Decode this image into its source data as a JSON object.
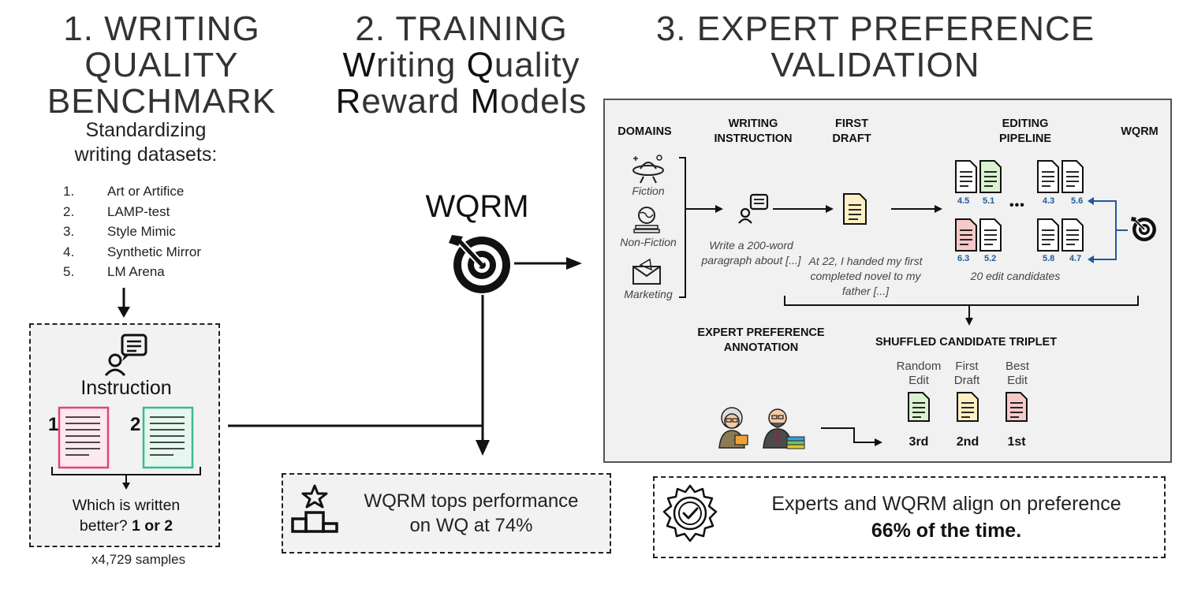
{
  "headers": {
    "col1": [
      "1. WRITING QUALITY",
      "BENCHMARK"
    ],
    "col2": [
      "2. TRAINING",
      "Writing Quality",
      "Reward Models"
    ],
    "col3": [
      "3. EXPERT PREFERENCE",
      "VALIDATION"
    ]
  },
  "benchmark": {
    "intro": [
      "Standardizing",
      "writing datasets:"
    ],
    "datasets": [
      {
        "num": "1.",
        "name": "Art or Artifice"
      },
      {
        "num": "2.",
        "name": "LAMP-test"
      },
      {
        "num": "3.",
        "name": "Style Mimic"
      },
      {
        "num": "4.",
        "name": "Synthetic Mirror"
      },
      {
        "num": "5.",
        "name": "LM Arena"
      }
    ],
    "instruction_label": "Instruction",
    "doc_number_1": "1",
    "doc_number_2": "2",
    "question_line1": "Which is written",
    "question_line2_prefix": "better? ",
    "question_line2_bold": "1 or 2",
    "samples": "x4,729 samples"
  },
  "training": {
    "model_label": "WQRM",
    "result": [
      "WQRM tops performance",
      "on WQ at 74%"
    ]
  },
  "validation": {
    "columns": {
      "domains": "DOMAINS",
      "writing_instruction": [
        "WRITING",
        "INSTRUCTION"
      ],
      "first_draft": [
        "FIRST",
        "DRAFT"
      ],
      "editing_pipeline": [
        "EDITING",
        "PIPELINE"
      ],
      "wqrm": "WQRM"
    },
    "domains": [
      "Fiction",
      "Non-Fiction",
      "Marketing"
    ],
    "instruction_example": [
      "Write a 200-word",
      "paragraph about [...]"
    ],
    "draft_example": [
      "At 22, I handed my first",
      "completed novel to my",
      "father [...]"
    ],
    "scores": [
      "4.5",
      "5.1",
      "4.3",
      "5.6",
      "6.3",
      "5.2",
      "5.8",
      "4.7"
    ],
    "ellipsis": "•••",
    "edit_candidates": "20 edit candidates",
    "expert_annotation": [
      "EXPERT PREFERENCE",
      "ANNOTATION"
    ],
    "triplet_title": "SHUFFLED CANDIDATE TRIPLET",
    "triplet": [
      {
        "label": [
          "Random",
          "Edit"
        ],
        "place": "3rd"
      },
      {
        "label": [
          "First",
          "Draft"
        ],
        "place": "2nd"
      },
      {
        "label": [
          "Best",
          "Edit"
        ],
        "place": "1st"
      }
    ]
  },
  "agreement": {
    "line1": "Experts and WQRM align on preference",
    "line2": "66% of the time."
  },
  "colors": {
    "doc_pink": "#e0457b",
    "doc_green": "#3cb98a",
    "doc_fill_green": "#d9f2cf",
    "doc_fill_yellow": "#fdf0c4",
    "doc_fill_red": "#f6c9c9",
    "score_blue": "#1f5a9c"
  }
}
